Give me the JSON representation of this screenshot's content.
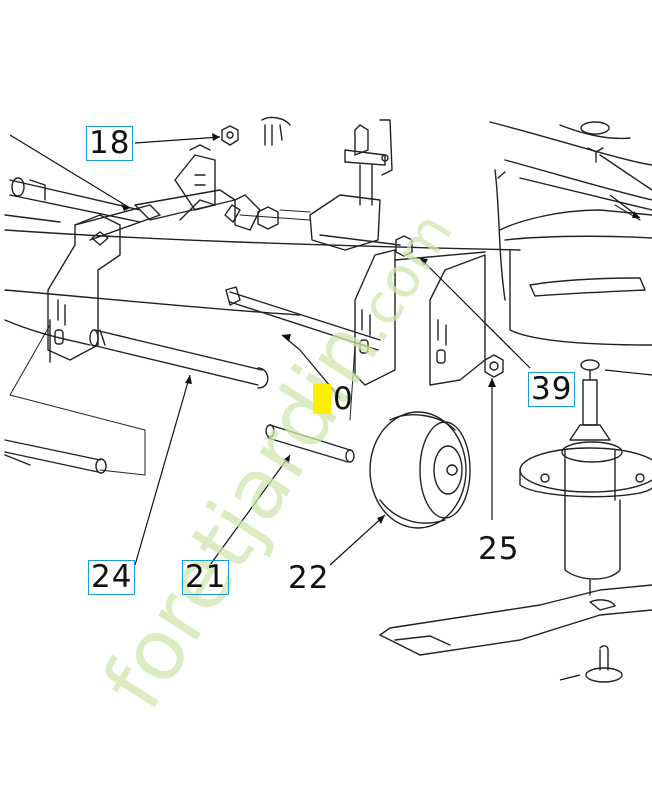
{
  "labels": {
    "l18": "18",
    "l39": "39",
    "l0": "0",
    "l25": "25",
    "l24": "24",
    "l21": "21",
    "l22": "22"
  },
  "watermark": {
    "word": "foretjardin",
    "suffix": ".com",
    "colors": {
      "green": "#c8e3a4",
      "orange": "#f5c28a"
    }
  },
  "colors": {
    "label_box": "#1a9cd8",
    "highlight": "#ffee00",
    "line": "#222222"
  }
}
